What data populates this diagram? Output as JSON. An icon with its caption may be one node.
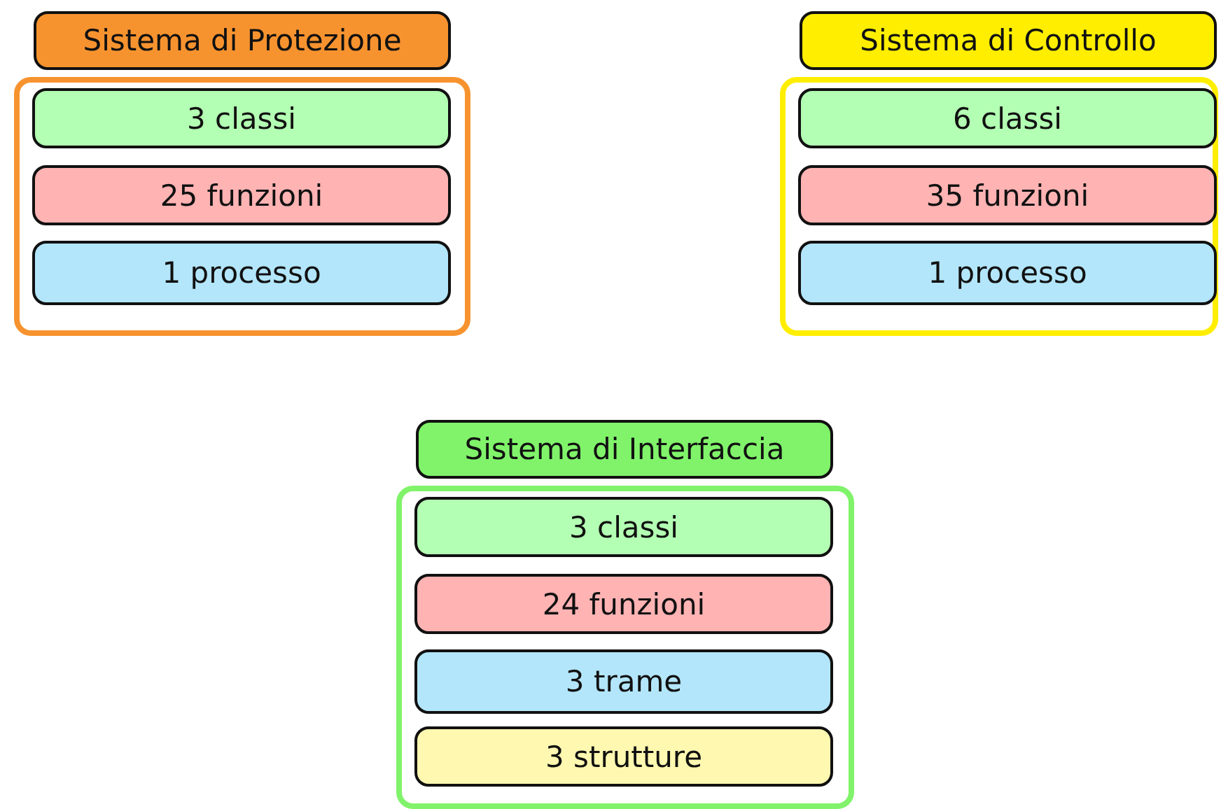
{
  "diagram": {
    "nodes": [
      {
        "text": [
          "Sistema di Protezione"
        ]
      },
      {
        "text": [
          "3 classi"
        ],
        "in": 0
      },
      {
        "text": [
          "25 funzioni"
        ],
        "in": 0
      },
      {
        "text": [
          "1 processo"
        ],
        "in": 0
      },
      {
        "text": [
          "Sistema di Controllo"
        ]
      },
      {
        "text": [
          "6 classi"
        ],
        "in": 4
      },
      {
        "text": [
          "35 funzioni"
        ],
        "in": 4
      },
      {
        "text": [
          "1 processo"
        ],
        "in": 4
      },
      {
        "text": [
          "Sistema di Interfaccia"
        ]
      },
      {
        "text": [
          "3 classi"
        ],
        "in": 8
      },
      {
        "text": [
          "24 funzioni"
        ],
        "in": 8
      },
      {
        "text": [
          "3 trame"
        ],
        "in": 8
      },
      {
        "text": [
          "3 strutture"
        ],
        "in": 8
      }
    ]
  }
}
